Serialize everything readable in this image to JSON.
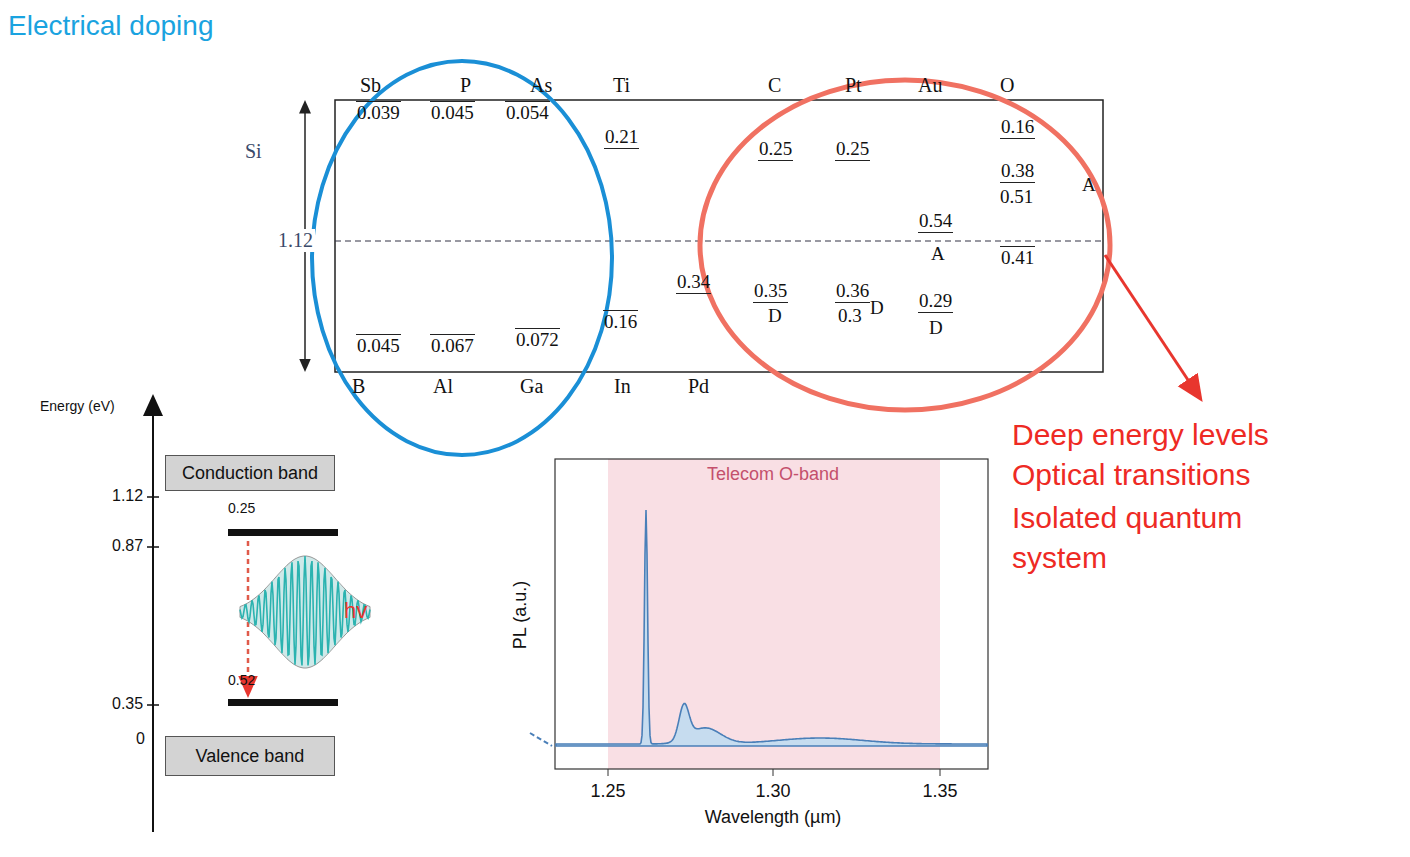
{
  "diagram": {
    "nodes": [
      {
        "text": [
          "Conduction band"
        ]
      },
      {
        "text": [
          "Valence band"
        ]
      }
    ],
    "labels": [
      "Electrical doping",
      "Sb",
      "P",
      "As",
      "Ti",
      "C",
      "Pt",
      "Au",
      "O",
      "0.039",
      "0.045",
      "0.054",
      "0.21",
      "0.25",
      "0.25",
      "0.16",
      "0.38",
      "0.51",
      "A",
      "0.54",
      "A",
      "0.41",
      "Si",
      "1.12",
      "0.34",
      "0.35",
      "D",
      "0.36",
      "0.3",
      "D",
      "0.29",
      "D",
      "0.16",
      "0.045",
      "0.067",
      "0.072",
      "B",
      "Al",
      "Ga",
      "In",
      "Pd",
      "Deep energy levels",
      "Optical transitions",
      "Isolated quantum system",
      "Energy (eV)",
      "1.12",
      "0.87",
      "0.35",
      "0",
      "0.25",
      "0.52",
      "hv",
      "Telecom O-band",
      "PL (a.u.)",
      "1.25",
      "1.30",
      "1.35",
      "Wavelength (µm)"
    ]
  }
}
